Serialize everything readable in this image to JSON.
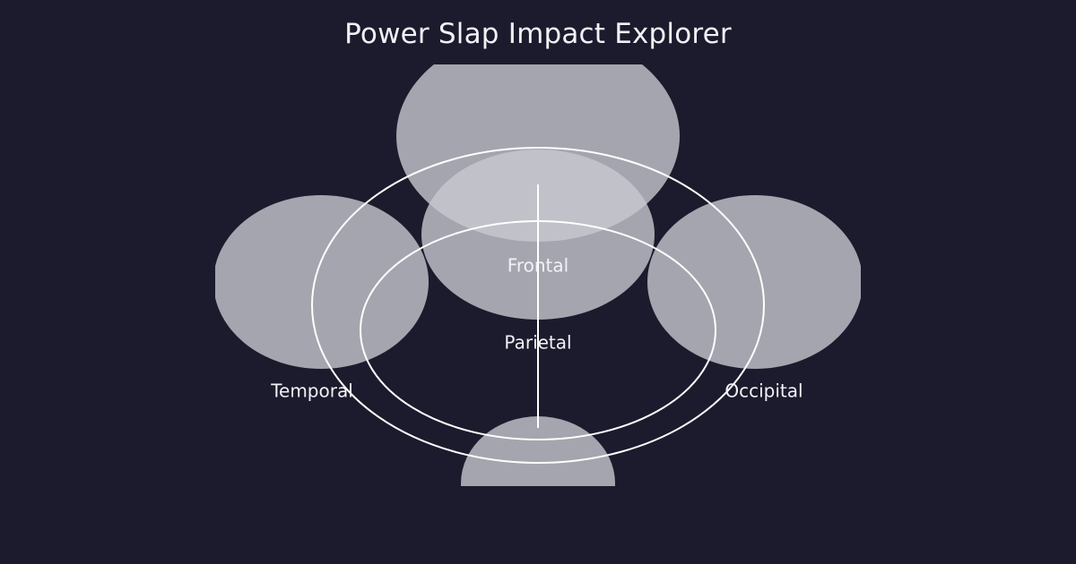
{
  "title": "Power Slap Impact Explorer",
  "colors": {
    "background": "#1b1b2d",
    "zone_fill": "#c8c8d0",
    "outline": "#ffffff",
    "text": "#f1f1f6"
  },
  "zones": [
    {
      "key": "frontal",
      "label": "Frontal"
    },
    {
      "key": "parietal",
      "label": "Parietal"
    },
    {
      "key": "temporal",
      "label": "Temporal"
    },
    {
      "key": "occipital",
      "label": "Occipital"
    }
  ]
}
